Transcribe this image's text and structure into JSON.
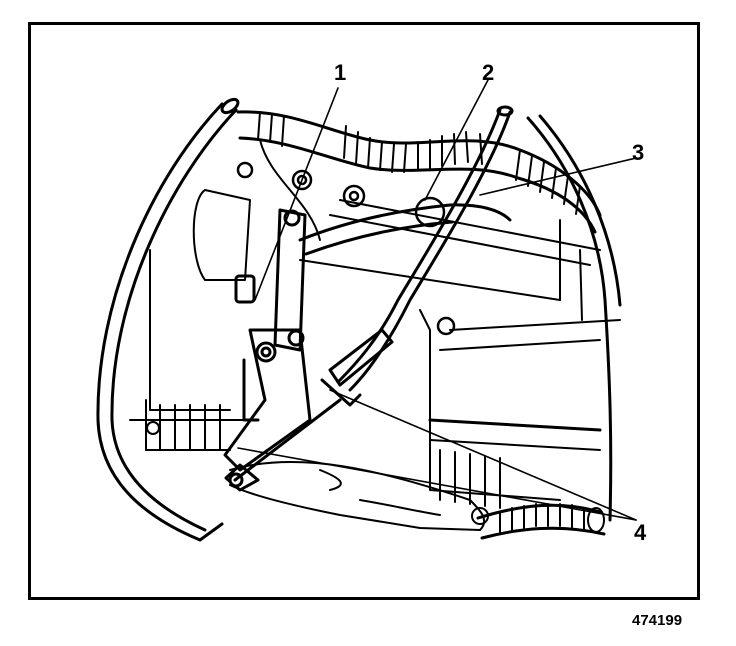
{
  "diagram": {
    "callouts": [
      {
        "label": "1"
      },
      {
        "label": "2"
      },
      {
        "label": "3"
      },
      {
        "label": "4"
      }
    ],
    "figure_number": "474199",
    "colors": {
      "ink": "#000000",
      "paper": "#ffffff"
    }
  }
}
